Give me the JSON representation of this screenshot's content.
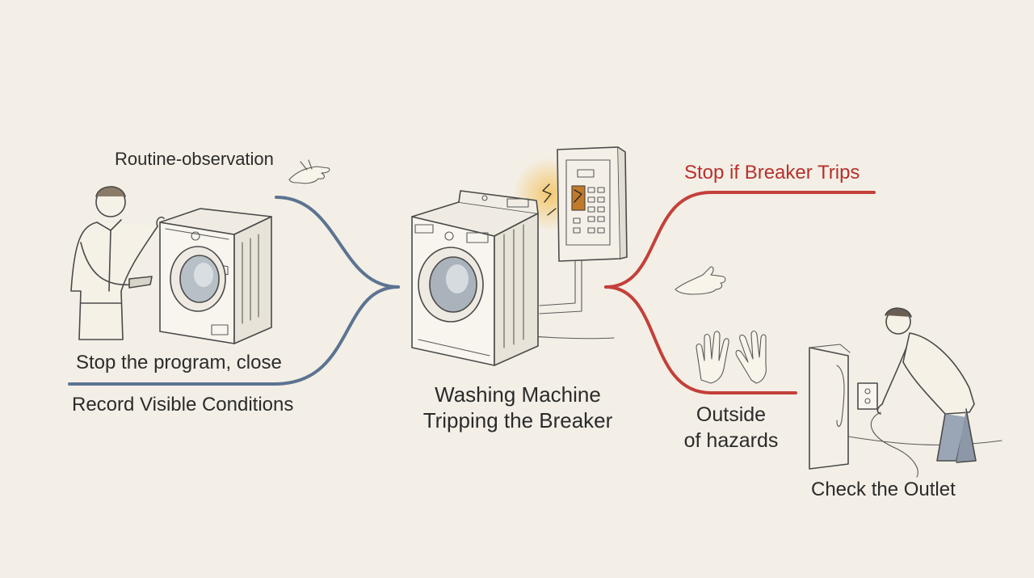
{
  "title": "Washing Machine Tripping the Breaker",
  "center": {
    "line1": "Washing Machine",
    "line2": "Tripping the Breaker"
  },
  "left": {
    "top_label": "Routine-observation",
    "middle_label": "Stop the program, close",
    "bottom_label": "Record Visible Conditions"
  },
  "right": {
    "top_label": "Stop if Breaker Trips",
    "middle_label_line1": "Outside",
    "middle_label_line2": "of hazards",
    "bottom_label": "Check the Outlet"
  },
  "colors": {
    "background": "#f3efe6",
    "left_branch": "#5c7391",
    "right_branch": "#c4403a",
    "text": "#2b2b2b",
    "red_text": "#b8302c",
    "spark_glow": "#f3c15a"
  },
  "icons": [
    "person-observing-icon",
    "washing-machine-icon",
    "breaker-panel-icon",
    "hand-icon",
    "raised-hands-icon",
    "person-checking-outlet-icon",
    "wall-outlet-icon"
  ]
}
